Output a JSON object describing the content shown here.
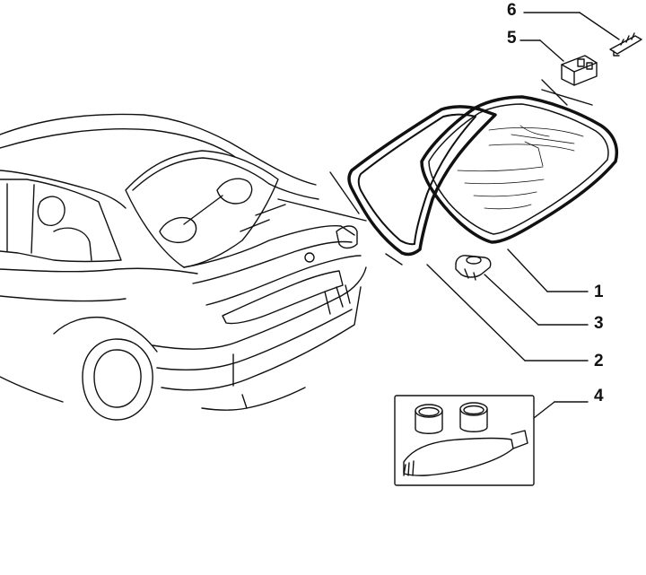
{
  "callouts": {
    "part_1": "1",
    "part_2": "2",
    "part_3": "3",
    "part_4": "4",
    "part_5": "5",
    "part_6": "6"
  },
  "colors": {
    "line": "#111111",
    "background": "#ffffff"
  }
}
